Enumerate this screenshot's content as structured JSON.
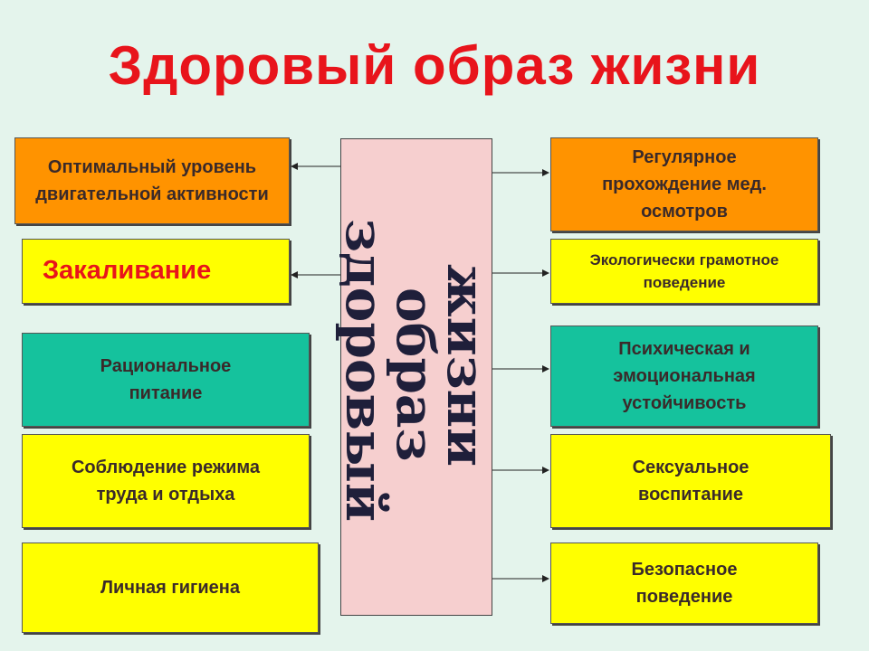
{
  "title": "Здоровый образ жизни",
  "center": {
    "word1": "здоровый",
    "word2": "образ",
    "word3": "жизни"
  },
  "left": [
    {
      "label": "Оптимальный уровень двигательной активности",
      "color": "#ff9300"
    },
    {
      "label": "Закаливание",
      "color": "#ffff00"
    },
    {
      "label": "Рациональное питание",
      "color": "#15c29d"
    },
    {
      "label": "Соблюдение режима труда и отдыха",
      "color": "#ffff00"
    },
    {
      "label": "Личная гигиена",
      "color": "#ffff00"
    }
  ],
  "right": [
    {
      "label": "Регулярное прохождение мед. осмотров",
      "color": "#ff9300"
    },
    {
      "label": "Экологически грамотное поведение",
      "color": "#ffff00"
    },
    {
      "label": "Психическая и эмоциональная устойчивость",
      "color": "#15c29d"
    },
    {
      "label": "Сексуальное воспитание",
      "color": "#ffff00"
    },
    {
      "label": "Безопасное поведение",
      "color": "#ffff00"
    }
  ]
}
